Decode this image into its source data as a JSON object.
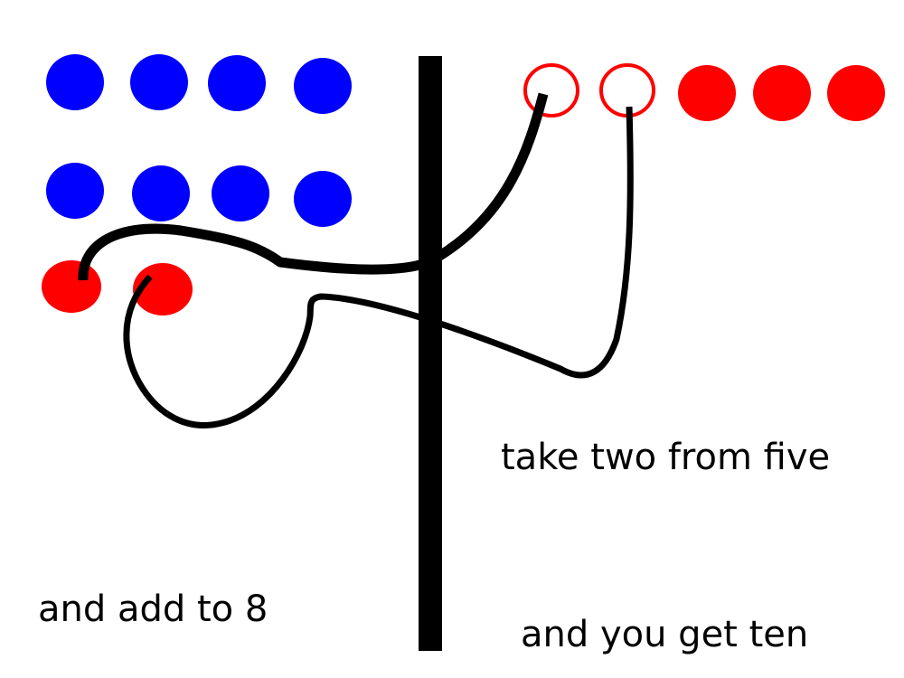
{
  "colors": {
    "blue_counter": "#0000ff",
    "red_counter": "#ff0000",
    "line": "#000000",
    "background": "#ffffff"
  },
  "groups": {
    "left": {
      "blue_count": 8,
      "red_filled": 2
    },
    "right": {
      "red_hollow": 2,
      "red_filled": 3
    }
  },
  "captions": {
    "take_two": "take two from five",
    "add_to": "and add to 8",
    "get_ten": "and you get ten"
  }
}
